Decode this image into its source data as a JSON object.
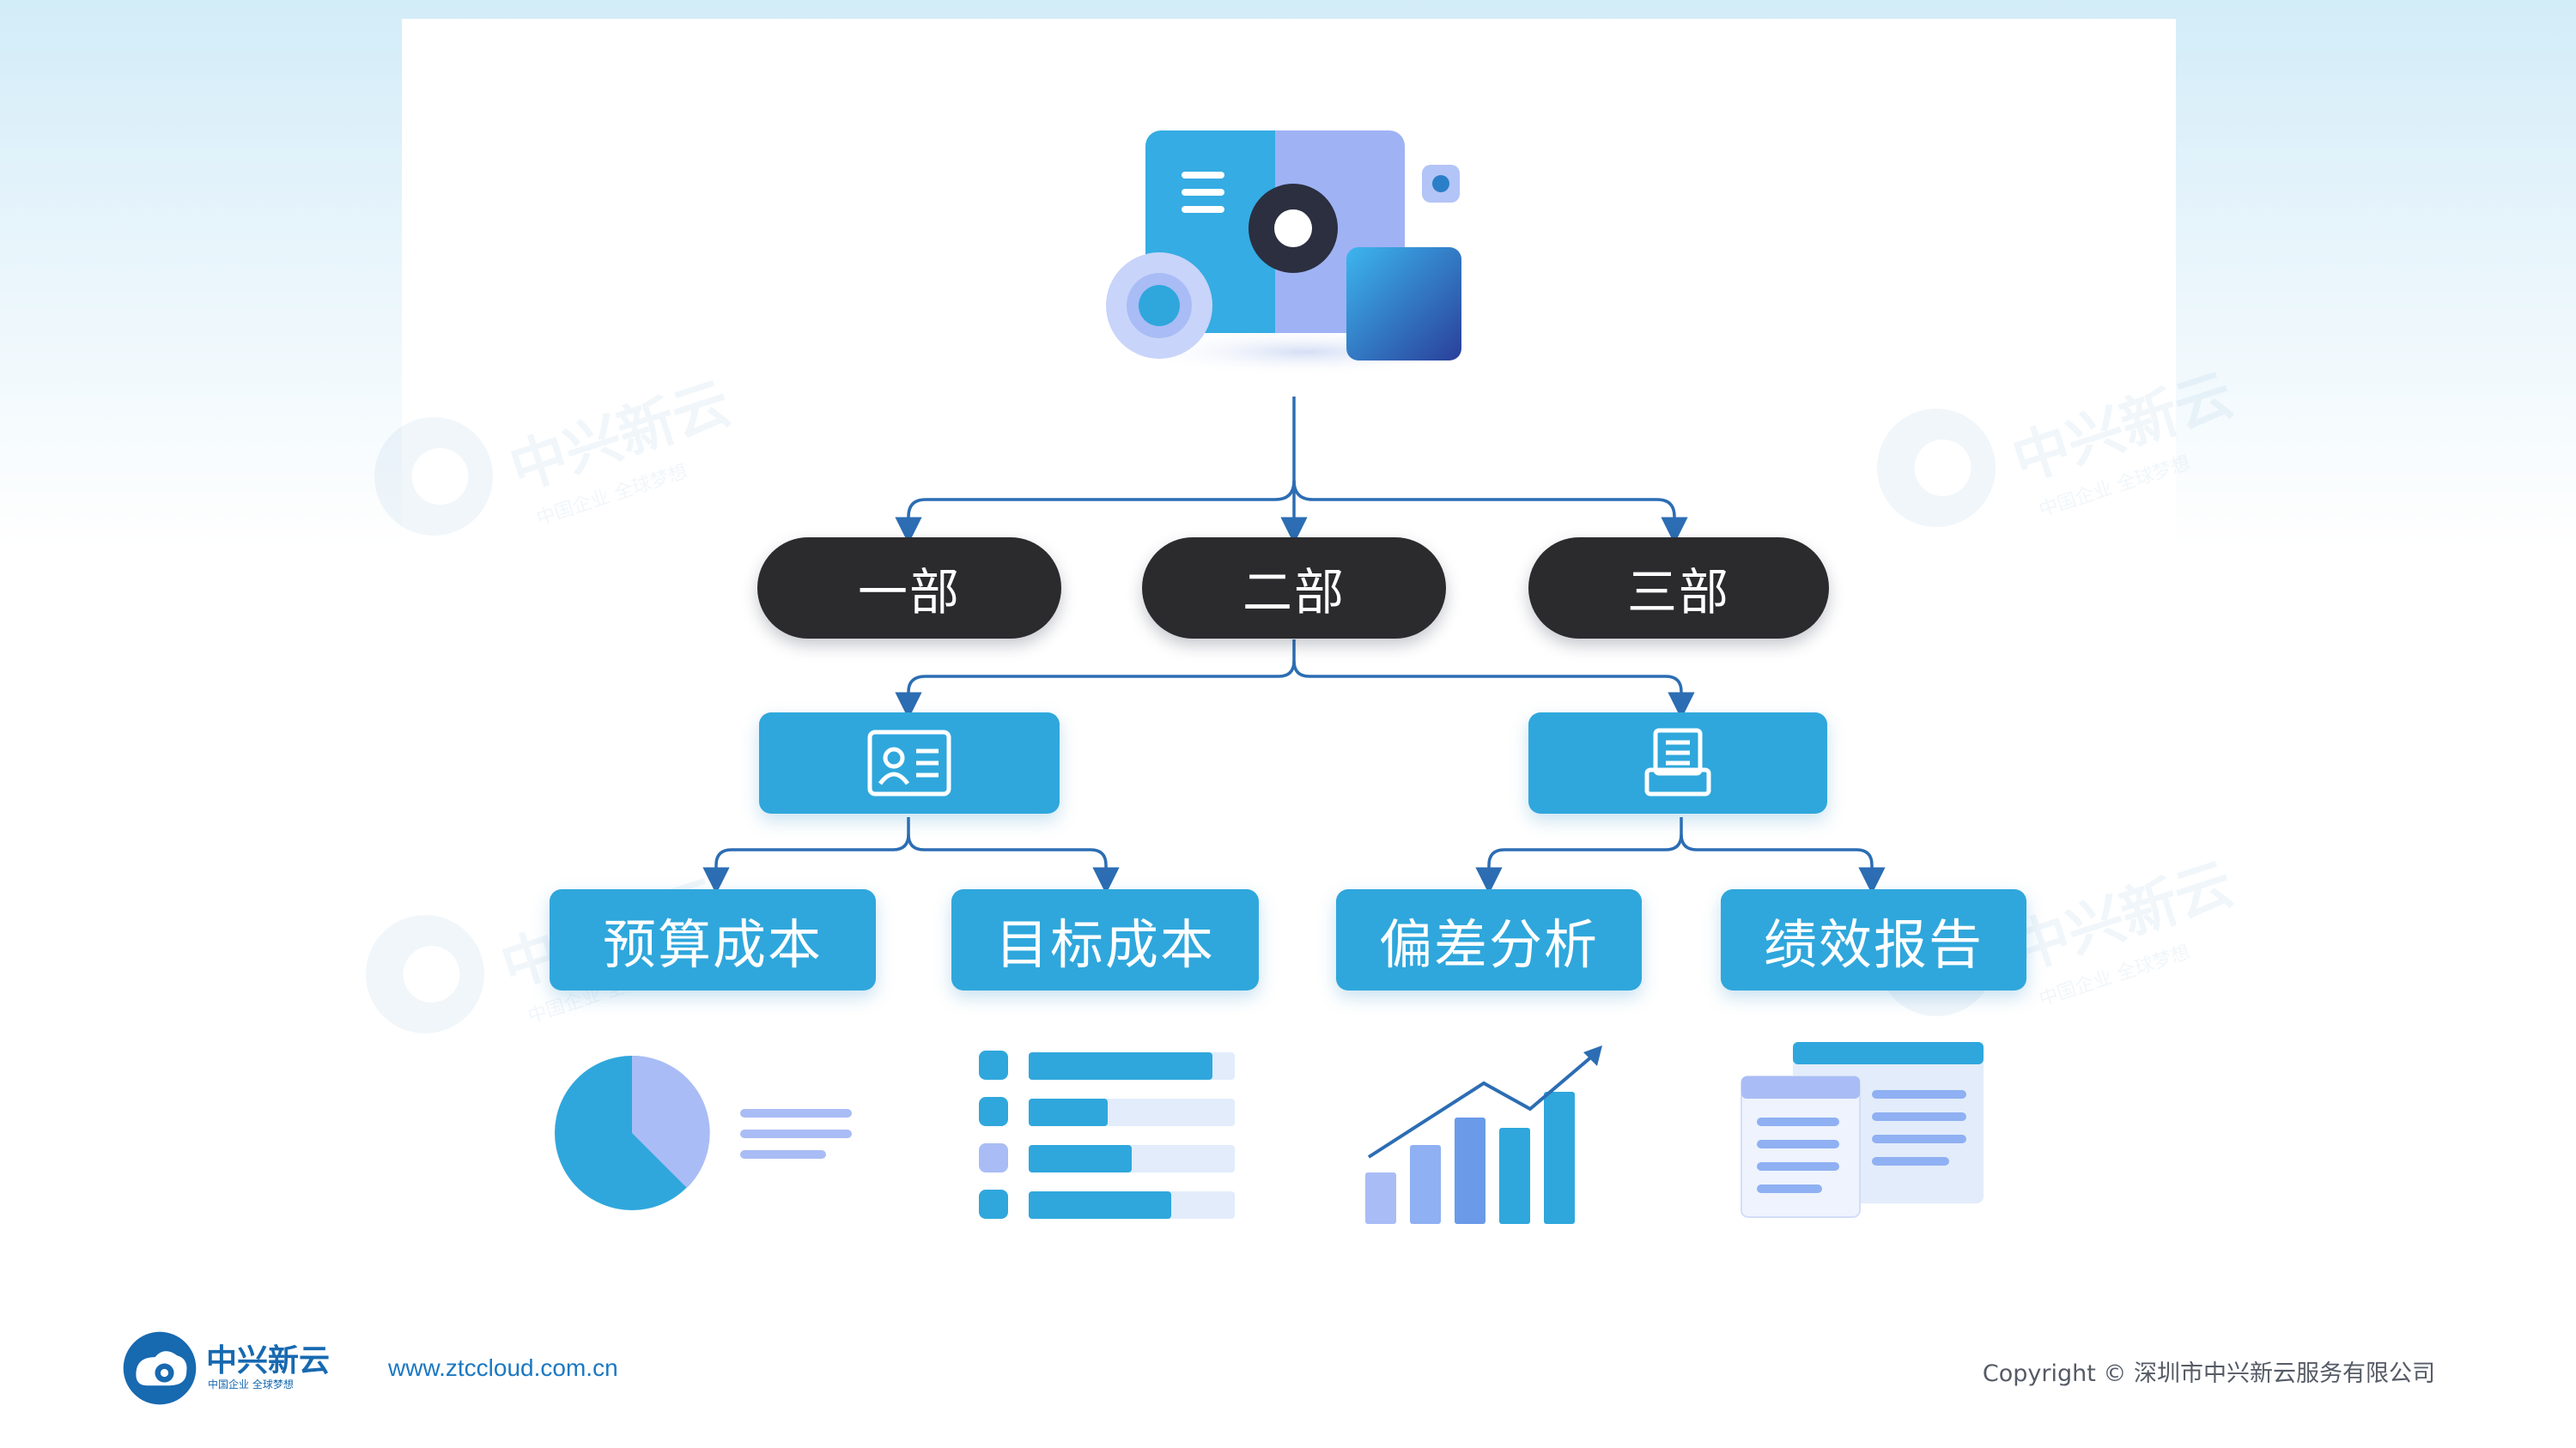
{
  "brand": {
    "name": "中兴新云",
    "slogan": "中国企业 全球梦想",
    "url": "www.ztccloud.com.cn",
    "copyright": "Copyright © 深圳市中兴新云服务有限公司"
  },
  "org": {
    "departments": [
      "一部",
      "二部",
      "三部"
    ],
    "groups": [
      {
        "icon": "id-card-icon"
      },
      {
        "icon": "document-stack-icon"
      }
    ],
    "items": [
      "预算成本",
      "目标成本",
      "偏差分析",
      "绩效报告"
    ]
  },
  "illustrations": [
    "pie-chart-icon",
    "horizontal-bars-icon",
    "growth-chart-icon",
    "report-pages-icon"
  ],
  "colors": {
    "accent": "#2fa7dc",
    "dark_pill": "#2b2b2e",
    "connector": "#2c6db3",
    "brand": "#1769b0"
  }
}
